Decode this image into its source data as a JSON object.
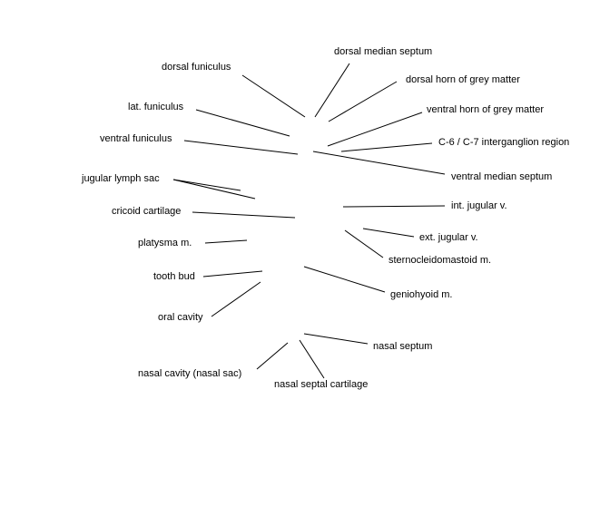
{
  "labels": {
    "dorsal_funiculus": "dorsal funiculus",
    "dorsal_median_septum": "dorsal median septum",
    "dorsal_horn": "dorsal horn of grey matter",
    "lat_funiculus": "lat. funiculus",
    "ventral_horn": "ventral horn of grey matter",
    "ventral_funiculus": "ventral funiculus",
    "intergangion": "C-6 / C-7 interganglion region",
    "ventral_median_septum": "ventral median septum",
    "jugular_lymph_sac": "jugular lymph sac",
    "cricoid_cartilage": "cricoid cartilage",
    "int_jugular": "int. jugular v.",
    "platysma": "platysma m.",
    "ext_jugular": "ext. jugular v.",
    "sternocleidomastoid": "sternocleidomastoid m.",
    "tooth_bud": "tooth bud",
    "geniohyoid": "geniohyoid m.",
    "oral_cavity": "oral cavity",
    "nasal_septum": "nasal septum",
    "nasal_cavity": "nasal cavity (nasal sac)",
    "nasal_septal_cartilage": "nasal septal cartilage"
  }
}
